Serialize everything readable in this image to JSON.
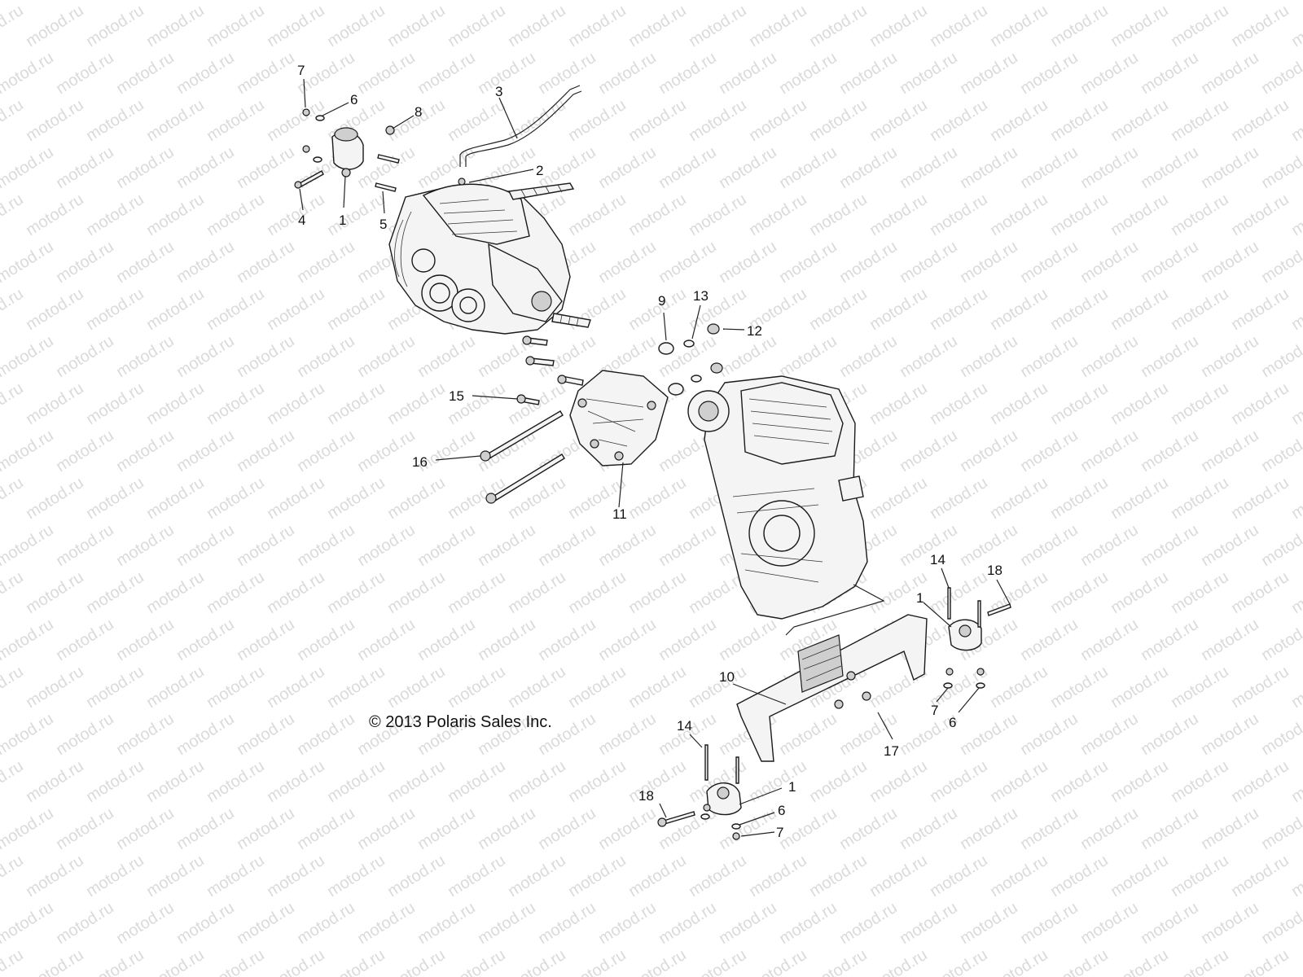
{
  "watermark_text": "motod.ru",
  "copyright": "© 2013 Polaris Sales Inc.",
  "callouts": [
    {
      "id": "c7a",
      "text": "7"
    },
    {
      "id": "c6a",
      "text": "6"
    },
    {
      "id": "c8",
      "text": "8"
    },
    {
      "id": "c3",
      "text": "3"
    },
    {
      "id": "c2",
      "text": "2"
    },
    {
      "id": "c4",
      "text": "4"
    },
    {
      "id": "c1a",
      "text": "1"
    },
    {
      "id": "c5",
      "text": "5"
    },
    {
      "id": "c9",
      "text": "9"
    },
    {
      "id": "c13",
      "text": "13"
    },
    {
      "id": "c12",
      "text": "12"
    },
    {
      "id": "c15",
      "text": "15"
    },
    {
      "id": "c16",
      "text": "16"
    },
    {
      "id": "c11",
      "text": "11"
    },
    {
      "id": "c14a",
      "text": "14"
    },
    {
      "id": "c18a",
      "text": "18"
    },
    {
      "id": "c1b",
      "text": "1"
    },
    {
      "id": "c10",
      "text": "10"
    },
    {
      "id": "c7b",
      "text": "7"
    },
    {
      "id": "c6b",
      "text": "6"
    },
    {
      "id": "c17",
      "text": "17"
    },
    {
      "id": "c14b",
      "text": "14"
    },
    {
      "id": "c18b",
      "text": "18"
    },
    {
      "id": "c1c",
      "text": "1"
    },
    {
      "id": "c6c",
      "text": "6"
    },
    {
      "id": "c7c",
      "text": "7"
    }
  ]
}
